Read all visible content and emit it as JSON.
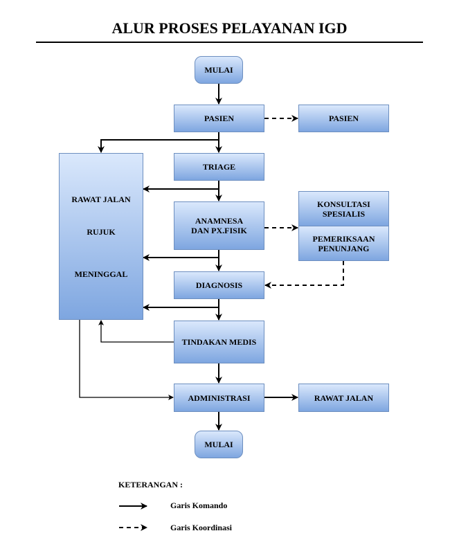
{
  "title": "ALUR PROSES PELAYANAN IGD",
  "colors": {
    "box_top": "#dae8fc",
    "box_bottom": "#7ea6e0",
    "box_border": "#6c8ebf",
    "line": "#000000"
  },
  "nodes": {
    "start": "MULAI",
    "pasien": "PASIEN",
    "pasien_right": "PASIEN",
    "triage": "TRIAGE",
    "anamnesa": "ANAMNESA DAN PX.FISIK",
    "konsultasi": "KONSULTASI SPESIALIS",
    "pemeriksaan": "PEMERIKSAAN PENUNJANG",
    "diagnosis": "DIAGNOSIS",
    "tindakan": "TINDAKAN MEDIS",
    "administrasi": "ADMINISTRASI",
    "rawat_jalan_right": "RAWAT JALAN",
    "end": "MULAI",
    "outcome": {
      "rawat_jalan": "RAWAT JALAN",
      "rujuk": "RUJUK",
      "meninggal": "MENINGGAL"
    }
  },
  "legend": {
    "title": "KETERANGAN :",
    "items": [
      {
        "style": "solid",
        "label": "Garis Komando"
      },
      {
        "style": "dashed",
        "label": "Garis Koordinasi"
      }
    ]
  }
}
